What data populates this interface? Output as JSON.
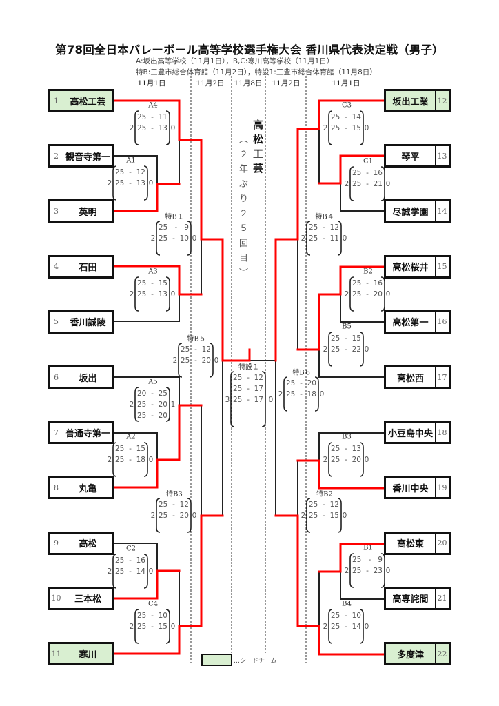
{
  "title": "第78回全日本バレーボール高等学校選手権大会 香川県代表決定戦（男子）",
  "venues": [
    "A:坂出高等学校（11月1日），B,C:寒川高等学校（11月1日）",
    "特B:三豊市総合体育館（11月2日），特設1:三豊市総合体育館（11月8日）"
  ],
  "dates": [
    "11月1日",
    "11月2日",
    "11月8日",
    "11月2日",
    "11月1日"
  ],
  "teams": [
    {
      "num": "1",
      "name": "高松工芸",
      "seed": true
    },
    {
      "num": "2",
      "name": "観音寺第一",
      "seed": false
    },
    {
      "num": "3",
      "name": "英明",
      "seed": false
    },
    {
      "num": "4",
      "name": "石田",
      "seed": false
    },
    {
      "num": "5",
      "name": "香川誠陵",
      "seed": false
    },
    {
      "num": "6",
      "name": "坂出",
      "seed": false
    },
    {
      "num": "7",
      "name": "善通寺第一",
      "seed": false
    },
    {
      "num": "8",
      "name": "丸亀",
      "seed": false
    },
    {
      "num": "9",
      "name": "高松",
      "seed": false
    },
    {
      "num": "10",
      "name": "三本松",
      "seed": false
    },
    {
      "num": "11",
      "name": "寒川",
      "seed": true
    },
    {
      "num": "12",
      "name": "坂出工業",
      "seed": true
    },
    {
      "num": "13",
      "name": "琴平",
      "seed": false
    },
    {
      "num": "14",
      "name": "尽誠学園",
      "seed": false
    },
    {
      "num": "15",
      "name": "高松桜井",
      "seed": false
    },
    {
      "num": "16",
      "name": "高松第一",
      "seed": false
    },
    {
      "num": "17",
      "name": "高松西",
      "seed": false
    },
    {
      "num": "18",
      "name": "小豆島中央",
      "seed": false
    },
    {
      "num": "19",
      "name": "香川中央",
      "seed": false
    },
    {
      "num": "20",
      "name": "高松東",
      "seed": false
    },
    {
      "num": "21",
      "name": "高専詫間",
      "seed": false
    },
    {
      "num": "22",
      "name": "多度津",
      "seed": true
    }
  ],
  "matches": [
    {
      "id": "A4",
      "label": "A4",
      "scores": [
        [
          "25",
          "11"
        ],
        [
          "25",
          "13"
        ]
      ],
      "sets": [
        "2",
        "0"
      ],
      "winner": "高松工芸"
    },
    {
      "id": "A1",
      "label": "A1",
      "scores": [
        [
          "25",
          "12"
        ],
        [
          "25",
          "13"
        ]
      ],
      "sets": [
        "2",
        "0"
      ],
      "winner": "英明"
    },
    {
      "id": "TB1",
      "label": "特B１",
      "scores": [
        [
          "25",
          "9"
        ],
        [
          "25",
          "10"
        ]
      ],
      "sets": [
        "2",
        "0"
      ],
      "winner": "高松工芸"
    },
    {
      "id": "A3",
      "label": "A3",
      "scores": [
        [
          "25",
          "15"
        ],
        [
          "25",
          "13"
        ]
      ],
      "sets": [
        "2",
        "0"
      ],
      "winner": "石田"
    },
    {
      "id": "TB5",
      "label": "特B５",
      "scores": [
        [
          "25",
          "12"
        ],
        [
          "25",
          "20"
        ]
      ],
      "sets": [
        "2",
        "0"
      ],
      "winner": "高松工芸"
    },
    {
      "id": "A5",
      "label": "A5",
      "scores": [
        [
          "20",
          "25"
        ],
        [
          "25",
          "20"
        ],
        [
          "25",
          "20"
        ]
      ],
      "sets": [
        "2",
        "1"
      ],
      "winner": "丸亀"
    },
    {
      "id": "A2",
      "label": "A2",
      "scores": [
        [
          "25",
          "15"
        ],
        [
          "25",
          "18"
        ]
      ],
      "sets": [
        "2",
        "0"
      ],
      "winner": "丸亀"
    },
    {
      "id": "TB3",
      "label": "特B3",
      "scores": [
        [
          "25",
          "12"
        ],
        [
          "25",
          "20"
        ]
      ],
      "sets": [
        "2",
        "0"
      ],
      "winner": "寒川"
    },
    {
      "id": "C2",
      "label": "C2",
      "scores": [
        [
          "25",
          "16"
        ],
        [
          "25",
          "14"
        ]
      ],
      "sets": [
        "2",
        "0"
      ],
      "winner": "三本松"
    },
    {
      "id": "C4",
      "label": "C4",
      "scores": [
        [
          "25",
          "10"
        ],
        [
          "25",
          "15"
        ]
      ],
      "sets": [
        "2",
        "0"
      ],
      "winner": "寒川"
    },
    {
      "id": "TS1",
      "label": "特設１",
      "scores": [
        [
          "25",
          "12"
        ],
        [
          "25",
          "17"
        ],
        [
          "25",
          "17"
        ]
      ],
      "sets": [
        "3",
        "0"
      ],
      "winner": "高松工芸"
    },
    {
      "id": "C3",
      "label": "C3",
      "scores": [
        [
          "25",
          "14"
        ],
        [
          "25",
          "15"
        ]
      ],
      "sets": [
        "2",
        "0"
      ],
      "winner": "坂出工業"
    },
    {
      "id": "C1",
      "label": "C1",
      "scores": [
        [
          "25",
          "16"
        ],
        [
          "25",
          "21"
        ]
      ],
      "sets": [
        "2",
        "0"
      ],
      "winner": "琴平"
    },
    {
      "id": "TB4",
      "label": "特B４",
      "scores": [
        [
          "25",
          "12"
        ],
        [
          "25",
          "11"
        ]
      ],
      "sets": [
        "2",
        "0"
      ],
      "winner": "坂出工業"
    },
    {
      "id": "B2",
      "label": "B2",
      "scores": [
        [
          "25",
          "16"
        ],
        [
          "25",
          "20"
        ]
      ],
      "sets": [
        "2",
        "0"
      ],
      "winner": "高松桜井"
    },
    {
      "id": "B5",
      "label": "B5",
      "scores": [
        [
          "25",
          "15"
        ],
        [
          "25",
          "22"
        ]
      ],
      "sets": [
        "2",
        "0"
      ],
      "winner": "高松桜井"
    },
    {
      "id": "TB6",
      "label": "特B６",
      "scores": [
        [
          "25",
          "20"
        ],
        [
          "25",
          "18"
        ]
      ],
      "sets": [
        "2",
        "0"
      ],
      "winner": "坂出工業"
    },
    {
      "id": "B3",
      "label": "B3",
      "scores": [
        [
          "25",
          "13"
        ],
        [
          "25",
          "20"
        ]
      ],
      "sets": [
        "2",
        "0"
      ],
      "winner": "香川中央"
    },
    {
      "id": "TB2",
      "label": "特B2",
      "scores": [
        [
          "25",
          "12"
        ],
        [
          "25",
          "15"
        ]
      ],
      "sets": [
        "2",
        "0"
      ],
      "winner": "多度津"
    },
    {
      "id": "B1",
      "label": "B1",
      "scores": [
        [
          "25",
          "9"
        ],
        [
          "25",
          "23"
        ]
      ],
      "sets": [
        "2",
        "0"
      ],
      "winner": "高松東"
    },
    {
      "id": "B4",
      "label": "B4",
      "scores": [
        [
          "25",
          "10"
        ],
        [
          "25",
          "14"
        ]
      ],
      "sets": [
        "2",
        "0"
      ],
      "winner": "多度津"
    }
  ],
  "champion": {
    "name": "高松工芸",
    "note": "（２年ぶり２５回目）"
  },
  "legend": {
    "label": "…シードチーム"
  },
  "colors": {
    "win_line": "#ff0000",
    "lose_line": "#222222",
    "seed_fill": "#d9efd1"
  }
}
